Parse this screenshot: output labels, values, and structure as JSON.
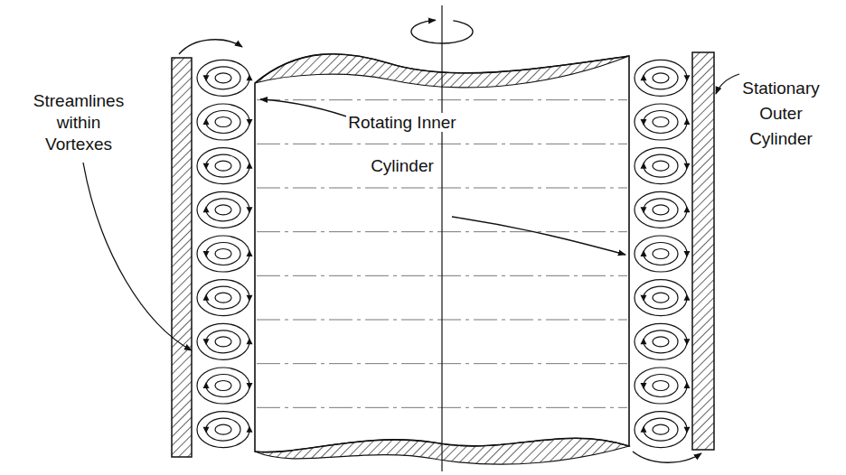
{
  "diagram": {
    "labels": [
      "Streamlines within Vortexes",
      "Rotating Inner Cylinder",
      "Stationary Outer Cylinder"
    ]
  }
}
